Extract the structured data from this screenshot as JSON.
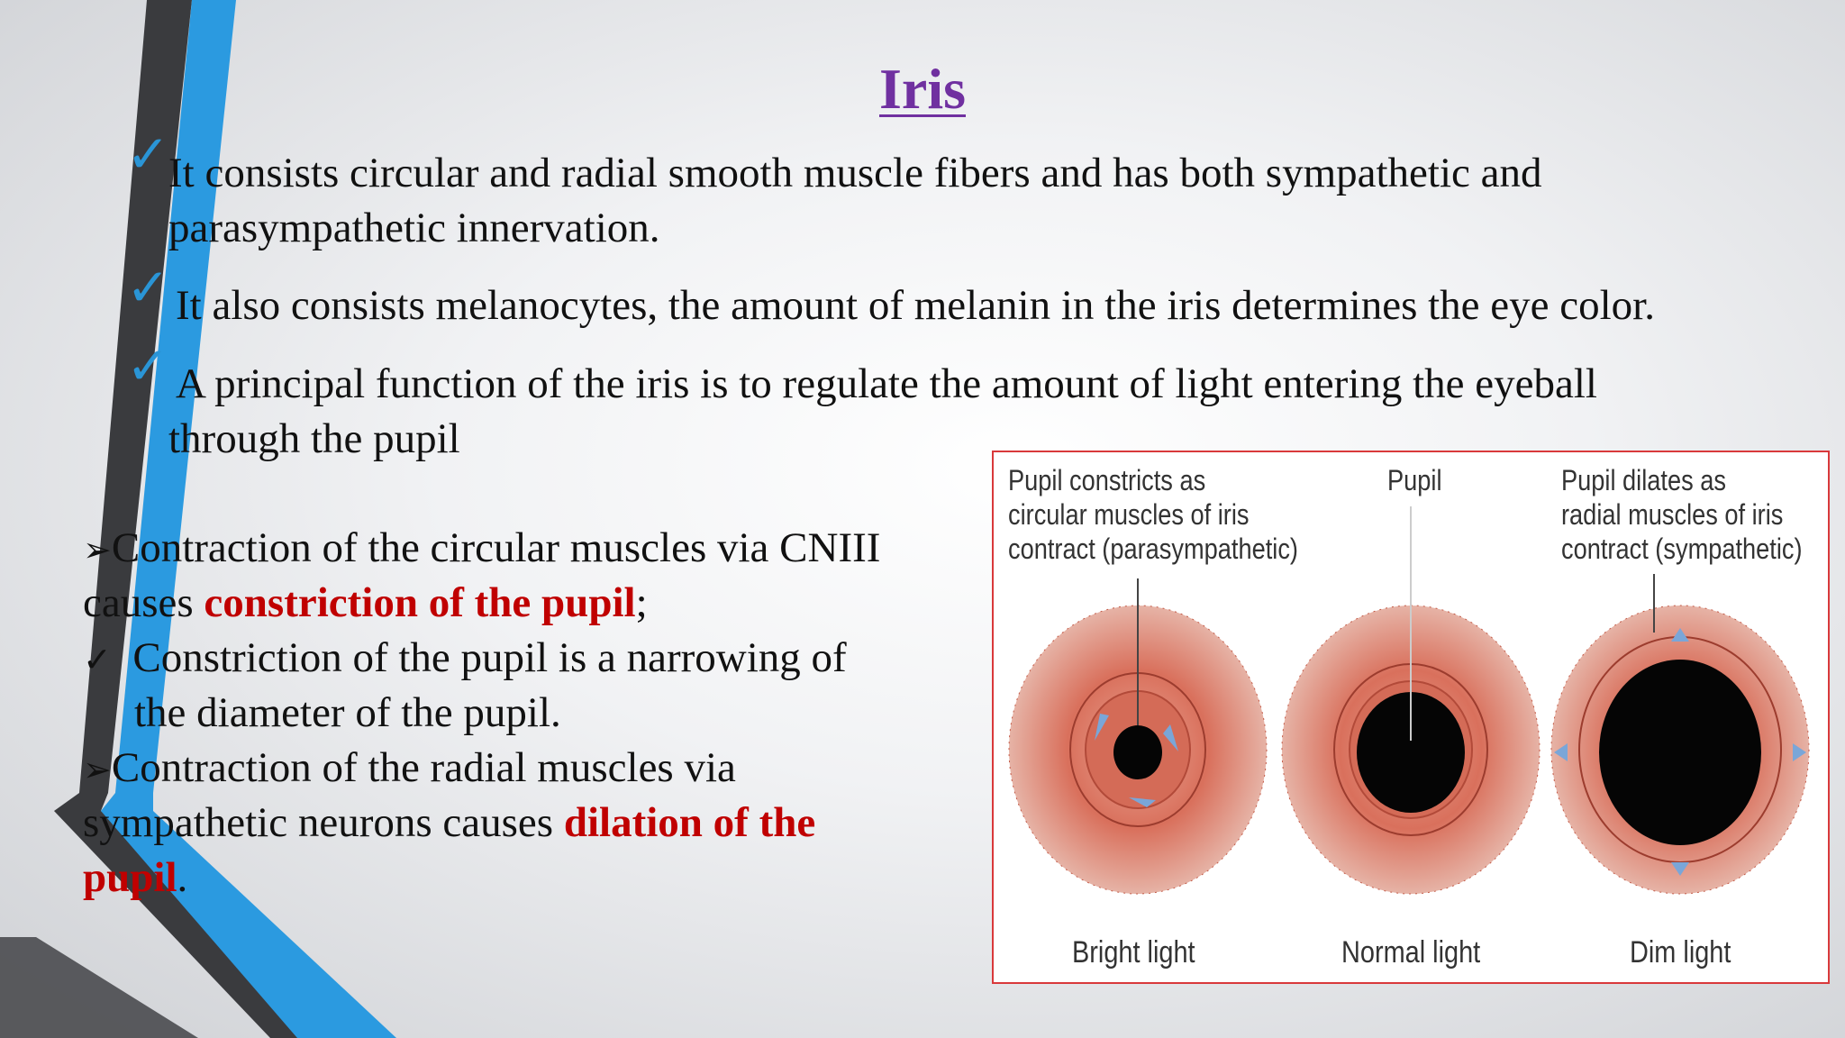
{
  "slide": {
    "title": "Iris",
    "bullets": [
      {
        "line1": "It consists circular and radial smooth muscle fibers and has both sympathetic and",
        "line2": "parasympathetic innervation."
      },
      {
        "line1": "It also consists melanocytes, the amount of melanin in the iris determines the eye color."
      },
      {
        "line1": "A principal function of the iris is to regulate the amount of light entering the eyeball",
        "line2": "through the pupil"
      }
    ],
    "lower": {
      "p1_line1": "Contraction of the circular muscles via CNIII",
      "p1_line2_a": "causes ",
      "p1_line2_red": "constriction of the pupil",
      "p1_line2_b": ";",
      "p2_line1": "Constriction of the pupil is a narrowing of",
      "p2_line2": "the diameter of the pupil.",
      "p3_line1": "Contraction of the radial muscles via",
      "p3_line2_a": "sympathetic neurons causes ",
      "p3_line2_red": "dilation of the",
      "p3_line3_red": "pupil",
      "p3_line3_b": "."
    },
    "icons": {
      "bullet": "checkmark-icon",
      "arrow": "arrowhead-bullet-icon"
    },
    "colors": {
      "title": "#7030a0",
      "emphasis": "#c00000",
      "check": "#2a95d6",
      "frame": "#d9393b"
    }
  },
  "figure": {
    "labels": {
      "left_1": "Pupil constricts as",
      "left_2": "circular muscles of iris",
      "left_3": "contract (parasympathetic)",
      "center": "Pupil",
      "right_1": "Pupil dilates as",
      "right_2": "radial muscles of iris",
      "right_3": "contract (sympathetic)"
    },
    "captions": [
      "Bright light",
      "Normal light",
      "Dim light"
    ]
  }
}
